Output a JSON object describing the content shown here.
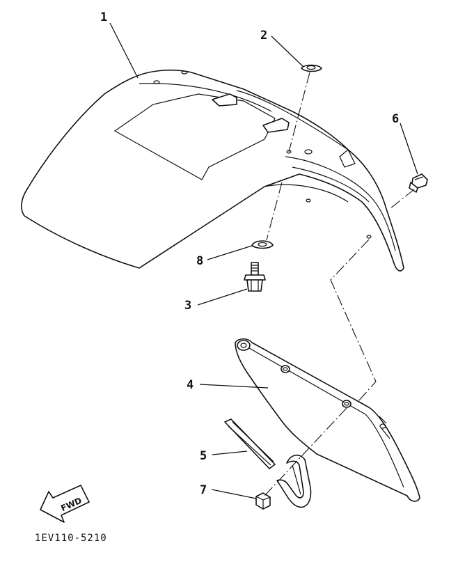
{
  "callouts": [
    {
      "id": "1",
      "label": "1"
    },
    {
      "id": "2",
      "label": "2"
    },
    {
      "id": "3",
      "label": "3"
    },
    {
      "id": "4",
      "label": "4"
    },
    {
      "id": "5",
      "label": "5"
    },
    {
      "id": "6",
      "label": "6"
    },
    {
      "id": "7",
      "label": "7"
    },
    {
      "id": "8",
      "label": "8"
    }
  ],
  "fwd_arrow_label": "FWD",
  "diagram_code": "1EV110-5210",
  "colors": {
    "ink": "#111111",
    "paper": "#ffffff"
  }
}
